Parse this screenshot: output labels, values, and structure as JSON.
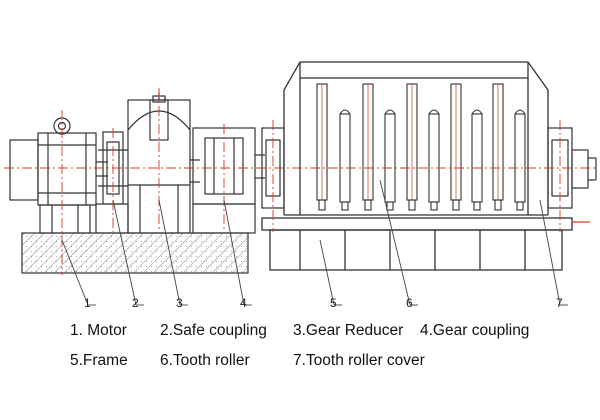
{
  "callouts": [
    "1",
    "2",
    "3",
    "4",
    "5",
    "6",
    "7"
  ],
  "legend": {
    "line1": [
      "1. Motor",
      "2.Safe coupling",
      "3.Gear Reducer",
      "4.Gear coupling"
    ],
    "line2": [
      "5.Frame",
      "6.Tooth roller",
      "7.Tooth roller cover"
    ]
  },
  "colors": {
    "line": "#3a3a3a",
    "centerline": "#d23c2a",
    "hatch": "#555555"
  }
}
